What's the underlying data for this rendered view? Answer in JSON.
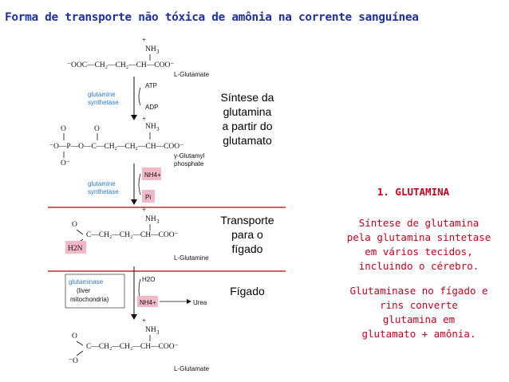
{
  "title": "Forma de transporte não tóxica de amônia na corrente sanguínea",
  "steps": {
    "synthesis": [
      "Síntese da",
      "glutamina",
      "a partir do",
      "glutamato"
    ],
    "transport": [
      "Transporte",
      "para o",
      "fígado"
    ],
    "liver": [
      "Fígado"
    ]
  },
  "section": {
    "heading": "1. GLUTAMINA",
    "text1": [
      "Síntese de glutamina",
      "pela glutamina sintetase",
      "em vários tecidos,",
      "incluindo o cérebro."
    ],
    "text2": [
      "Glutaminase no fígado e",
      "rins converte",
      "glutamina em",
      "glutamato + amônia."
    ]
  },
  "diagram": {
    "glutamate_label": "L-Glutamate",
    "glutamine_label": "L-Glutamine",
    "enzyme1": [
      "glutamine",
      "synthetase"
    ],
    "enzyme2": [
      "glutamine",
      "synthetase"
    ],
    "enzyme3": [
      "glutaminase",
      "(liver",
      "mitochondria)"
    ],
    "atp": "ATP",
    "adp": "ADP",
    "pi": "Pi",
    "nh4": "NH4+",
    "h2o": "H2O",
    "urea": "Urea",
    "intermediate_label": [
      "γ-Glutamyl",
      "phosphate"
    ],
    "h2n": "H2N"
  },
  "colors": {
    "title": "#1d2fa8",
    "red_text": "#c8001e",
    "divider": "#d6222a",
    "highlight": "#f2b8c6",
    "enzyme": "#2a7bd0"
  }
}
